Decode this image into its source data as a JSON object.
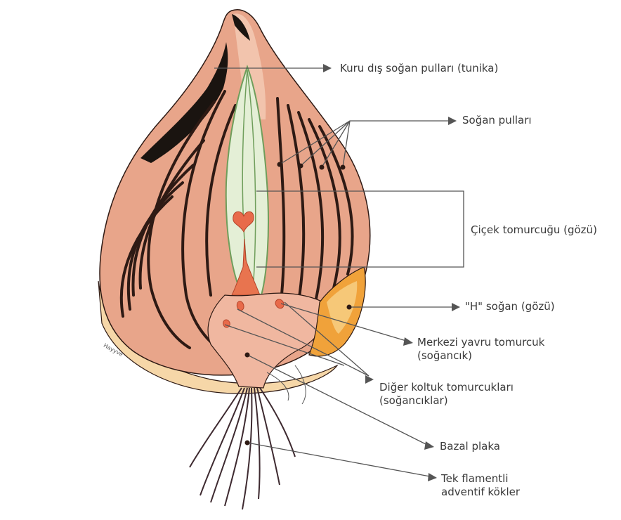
{
  "labels": {
    "tunic": "Kuru dış soğan pulları (tunika)",
    "scales": "Soğan pulları",
    "flower_bud": "Çiçek tomurcuğu (gözü)",
    "h_bulb": "\"H\" soğan (gözü)",
    "central_bud_line1": "Merkezi yavru tomurcuk",
    "central_bud_line2": "(soğancık)",
    "axillary_line1": "Diğer koltuk tomurcukları",
    "axillary_line2": "(soğancıklar)",
    "basal_plate": "Bazal plaka",
    "roots_line1": "Tek flamentli",
    "roots_line2": "adventif kökler"
  },
  "signature": "Hayyve",
  "colors": {
    "bulb_flesh": "#e8a58a",
    "bulb_light": "#f2c4ad",
    "tunic_dark": "#1a1410",
    "scale_lines": "#2e1a14",
    "bud_green": "#e4efd6",
    "bud_edge": "#6f9e5b",
    "basal_plate": "#f0b7a0",
    "side_bulb": "#f0a23a",
    "outer_rim": "#f6d7a8",
    "leader": "#555555"
  }
}
